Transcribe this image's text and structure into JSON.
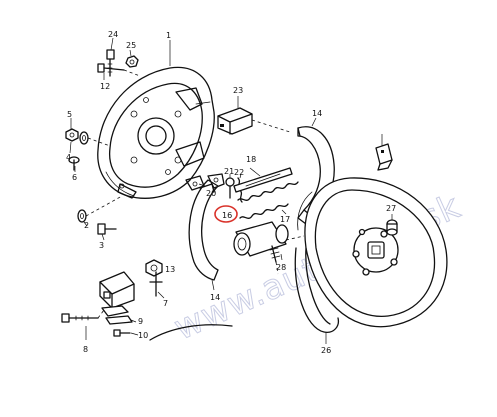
{
  "watermark": {
    "text": "www.autodiely.sk",
    "color": "#c9cde4"
  },
  "highlight": {
    "label": "16",
    "color": "#d9322a"
  },
  "callouts": {
    "c1": "1",
    "c2": "2",
    "c3": "3",
    "c4": "4",
    "c5": "5",
    "c6": "6",
    "c7": "7",
    "c8": "8",
    "c9": "9",
    "c10": "10",
    "c12": "12",
    "c13": "13",
    "c14a": "14",
    "c14b": "14",
    "c16": "16",
    "c17": "17",
    "c18": "18",
    "c20": "20",
    "c21": "21",
    "c22": "22",
    "c23": "23",
    "c24": "24",
    "c25": "25",
    "c26": "26",
    "c27": "27",
    "c28": "28"
  }
}
